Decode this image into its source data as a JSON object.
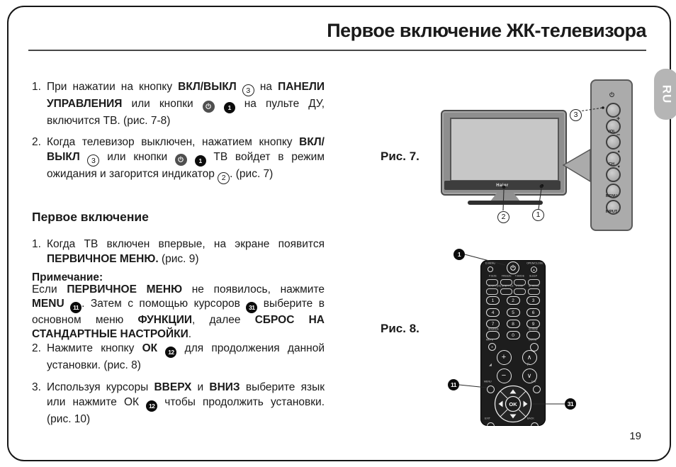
{
  "page": {
    "title": "Первое включение ЖК-телевизора",
    "page_number": "19",
    "lang_tab": "RU"
  },
  "content": {
    "top_items": [
      {
        "num": "1.",
        "segments": [
          {
            "t": "При нажатии на кнопку "
          },
          {
            "t": "ВКЛ/ВЫКЛ ",
            "b": true
          },
          {
            "badge": "3",
            "style": "outline"
          },
          {
            "t": " на "
          },
          {
            "t": "ПАНЕЛИ УПРАВЛЕНИЯ",
            "b": true
          },
          {
            "t": " или кнопки "
          },
          {
            "icon": "power"
          },
          {
            "t": " "
          },
          {
            "badge": "1",
            "style": "solid"
          },
          {
            "t": " на пульте ДУ, включится ТВ. (рис. 7-8)"
          }
        ]
      },
      {
        "num": "2.",
        "segments": [
          {
            "t": "Когда телевизор выключен, нажатием кнопку "
          },
          {
            "t": "ВКЛ/ВЫКЛ",
            "b": true
          },
          {
            "t": " "
          },
          {
            "badge": "3",
            "style": "outline"
          },
          {
            "t": " или кнопки "
          },
          {
            "icon": "power"
          },
          {
            "t": " "
          },
          {
            "badge": "1",
            "style": "solid"
          },
          {
            "t": " ТВ войдет в режим ожидания и загорится индикатор "
          },
          {
            "badge": "2",
            "style": "outline"
          },
          {
            "t": ". (рис. 7)"
          }
        ]
      }
    ],
    "section_heading": "Первое включение",
    "section_items": [
      {
        "num": "1.",
        "segments": [
          {
            "t": "Когда ТВ включен впервые, на экране появится "
          },
          {
            "t": "ПЕРВИЧНОЕ МЕНЮ.",
            "b": true
          },
          {
            "t": " (рис. 9)"
          }
        ]
      }
    ],
    "note_heading": "Примечание:",
    "note_segments": [
      {
        "t": "Если "
      },
      {
        "t": "ПЕРВИЧНОЕ МЕНЮ",
        "b": true
      },
      {
        "t": " не появилось, нажмите "
      },
      {
        "t": "MENU",
        "b": true
      },
      {
        "t": " "
      },
      {
        "badge": "11",
        "style": "solid"
      },
      {
        "t": ". Затем с помощью курсоров "
      },
      {
        "badge": "31",
        "style": "solid"
      },
      {
        "t": " выберите в основном меню "
      },
      {
        "t": "ФУНКЦИИ",
        "b": true
      },
      {
        "t": ", далее "
      },
      {
        "t": "СБРОС НА СТАНДАРТНЫЕ НАСТРОЙКИ",
        "b": true
      },
      {
        "t": "."
      }
    ],
    "bottom_items": [
      {
        "num": "2.",
        "segments": [
          {
            "t": "Нажмите кнопку "
          },
          {
            "t": "ОК",
            "b": true
          },
          {
            "t": " "
          },
          {
            "badge": "12",
            "style": "solid"
          },
          {
            "t": " для продолжения данной установки. (рис. 8)"
          }
        ]
      },
      {
        "num": "3.",
        "segments": [
          {
            "t": "Используя курсоры "
          },
          {
            "t": "ВВЕРХ",
            "b": true
          },
          {
            "t": " и "
          },
          {
            "t": "ВНИЗ",
            "b": true
          },
          {
            "t": " выберите язык или нажмите ОК "
          },
          {
            "badge": "12",
            "style": "solid"
          },
          {
            "t": " чтобы продолжить установки. (рис. 10)"
          }
        ]
      }
    ]
  },
  "fig7": {
    "label": "Рис. 7.",
    "tv_brand": "Haier",
    "callouts": {
      "power": "3",
      "logo": "2",
      "indicator": "1"
    },
    "panel": {
      "vol_label": "VOL",
      "ch_label": "CH",
      "menu_label": "MENU",
      "input_label": "INPUT",
      "plus": "+",
      "minus": "−",
      "up": "▲",
      "down": "▼"
    }
  },
  "fig8": {
    "label": "Рис. 8.",
    "callouts": {
      "power": "1",
      "menu": "11",
      "dpad": "31"
    },
    "remote": {
      "dmenu": "D.MENU",
      "openclose": "OPEN/CLOSE",
      "fn_row1": [
        "P.SIZE",
        "FREEZE",
        "T.MODE",
        "SLEEP"
      ],
      "fn_row2": [
        "AUDIO (I/II)",
        "SUBTITLE",
        "C.LIST",
        "SCREEN"
      ],
      "digits": [
        "1",
        "2",
        "3",
        "4",
        "5",
        "6",
        "7",
        "8",
        "9"
      ],
      "zero": "0",
      "source": "SOURCE",
      "qview": "Q.VIEW",
      "mute": "MUTE",
      "guide": "GUIDE",
      "p_label": "P",
      "menu": "MENU",
      "fav": "FAV",
      "ok": "OK",
      "exit": "EXIT",
      "back": "BACK"
    }
  }
}
